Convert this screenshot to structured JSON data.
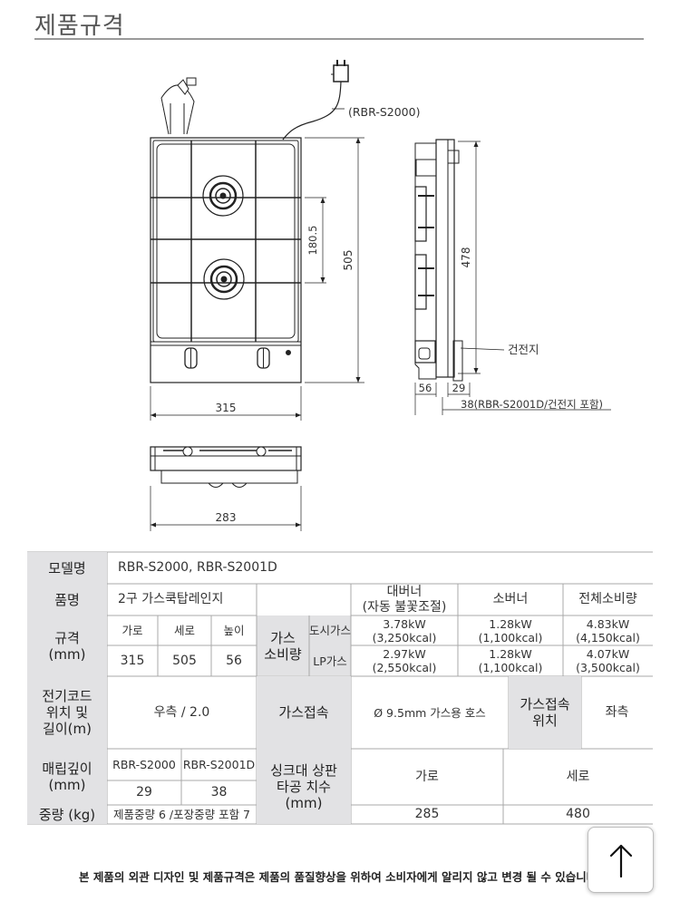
{
  "page": {
    "title": "제품규격"
  },
  "drawing": {
    "model_callout": "(RBR-S2000)",
    "dims": {
      "width_front": "315",
      "height_front": "505",
      "burner_pitch": "180.5",
      "side_height": "478",
      "side_depth_a": "56",
      "side_depth_b": "29",
      "side_depth_c": "38(RBR-S2001D/건전지 포함)",
      "bottom_width": "283"
    },
    "battery_label": "건전지"
  },
  "spec": {
    "model": {
      "label": "모델명",
      "value": "RBR-S2000, RBR-S2001D"
    },
    "product": {
      "label": "품명",
      "value": "2구 가스쿡탑레인지"
    },
    "size": {
      "label_1": "규격",
      "label_2": "(mm)",
      "headers": [
        "가로",
        "세로",
        "높이"
      ],
      "values": [
        "315",
        "505",
        "56"
      ]
    },
    "gas_consumption": {
      "label_1": "가스",
      "label_2": "소비량",
      "col_headers": {
        "big_1": "대버너",
        "big_2": "(자동 불꽃조절)",
        "small": "소버너",
        "total": "전체소비량"
      },
      "rows": [
        {
          "type": "도시가스",
          "big_1": "3.78kW",
          "big_2": "(3,250kcal)",
          "small_1": "1.28kW",
          "small_2": "(1,100kcal)",
          "total_1": "4.83kW",
          "total_2": "(4,150kcal)"
        },
        {
          "type": "LP가스",
          "big_1": "2.97kW",
          "big_2": "(2,550kcal)",
          "small_1": "1.28kW",
          "small_2": "(1,100kcal)",
          "total_1": "4.07kW",
          "total_2": "(3,500kcal)"
        }
      ]
    },
    "cord": {
      "label_1": "전기코드",
      "label_2": "위치 및",
      "label_3": "길이(m)",
      "value": "우측 / 2.0"
    },
    "gas_conn": {
      "label": "가스접속",
      "value": "Ø 9.5mm 가스용 호스",
      "pos_label_1": "가스접속",
      "pos_label_2": "위치",
      "pos_value": "좌측"
    },
    "embed": {
      "label_1": "매립깊이",
      "label_2": "(mm)",
      "models": [
        "RBR-S2000",
        "RBR-S2001D"
      ],
      "values": [
        "29",
        "38"
      ]
    },
    "sink": {
      "label_1": "싱크대 상판",
      "label_2": "타공 치수",
      "label_3": "(mm)",
      "h_label": "가로",
      "v_label": "세로",
      "h_value": "285",
      "v_value": "480"
    },
    "weight": {
      "label": "중량 (kg)",
      "value": "제품중량 6 /포장중량 포함 7"
    }
  },
  "footer_note": "본 제품의 외관 디자인 및 제품규격은 제품의 품질향상을 위하여 소비자에게 알리지 않고 변경 될 수 있습니다.",
  "colors": {
    "header_bg": "#e2e2e4",
    "line": "#9a9a9a",
    "text": "#333333"
  },
  "icons": {
    "scroll_top": "arrow-up-icon"
  }
}
